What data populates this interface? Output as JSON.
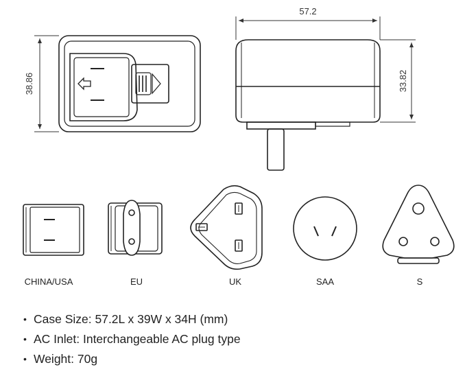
{
  "dimensions": {
    "front_height": "38.86",
    "side_width": "57.2",
    "side_height": "33.82"
  },
  "plugs": [
    {
      "label": "CHINA/USA"
    },
    {
      "label": "EU"
    },
    {
      "label": "UK"
    },
    {
      "label": "SAA"
    },
    {
      "label": "S"
    }
  ],
  "specs": [
    "Case Size: 57.2L x 39W x 34H (mm)",
    "AC Inlet: Interchangeable AC plug type",
    "Weight: 70g"
  ],
  "bullet_char": "•"
}
